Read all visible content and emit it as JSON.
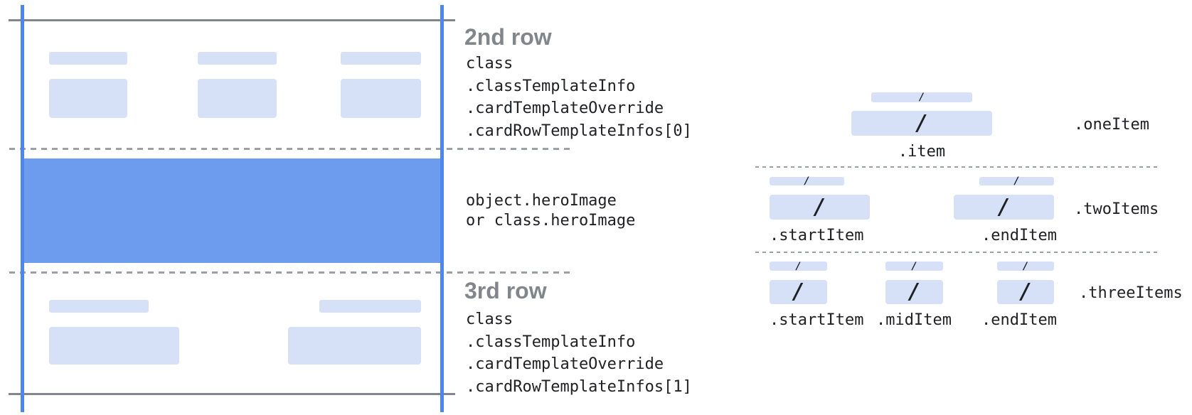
{
  "colors": {
    "card_line_blue": "#4d86ec",
    "hero_blue": "#6d9bee",
    "placeholder_blue": "#d6e1f8",
    "card_edge_gray": "#80868b",
    "dash_gray": "#9aa0a6",
    "heading_gray": "#80868b",
    "code_text": "#202124"
  },
  "left_annotations": {
    "row2": {
      "heading": "2nd row",
      "code_lines": [
        "class",
        ".classTemplateInfo",
        ".cardTemplateOverride",
        ".cardRowTemplateInfos[0]"
      ]
    },
    "hero": {
      "code_lines": [
        "object.heroImage",
        "or class.heroImage"
      ]
    },
    "row3": {
      "heading": "3rd row",
      "code_lines": [
        "class",
        ".classTemplateInfo",
        ".cardTemplateOverride",
        ".cardRowTemplateInfos[1]"
      ]
    }
  },
  "right_panel": {
    "slash": "/",
    "rows": [
      {
        "name": ".oneItem",
        "item_labels": [
          ".item"
        ]
      },
      {
        "name": ".twoItems",
        "item_labels": [
          ".startItem",
          ".endItem"
        ]
      },
      {
        "name": ".threeItems",
        "item_labels": [
          ".startItem",
          ".midItem",
          ".endItem"
        ]
      }
    ]
  }
}
